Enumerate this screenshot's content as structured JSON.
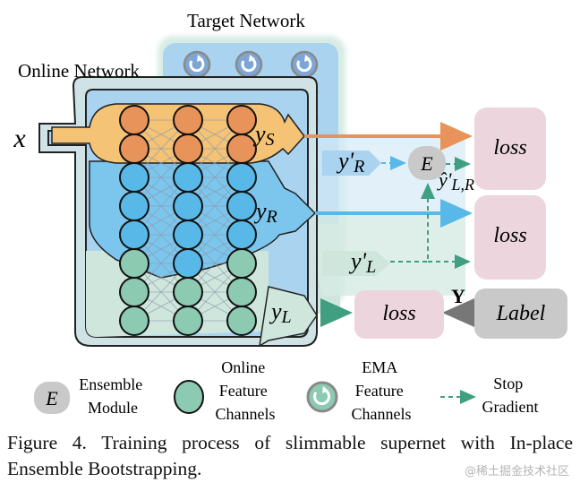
{
  "figure": {
    "labels": {
      "target_network": "Target Network",
      "online_network": "Online Network",
      "input": "x",
      "y_s": "y",
      "y_s_sub": "S",
      "y_r": "y",
      "y_r_sub": "R",
      "y_l": "y",
      "y_l_sub": "L",
      "y_prime_r": "y'",
      "y_prime_r_sub": "R",
      "y_prime_l": "y'",
      "y_prime_l_sub": "L",
      "ensemble": "E",
      "y_hat": "ŷ'",
      "y_hat_sub": "L,R",
      "loss_1": "loss",
      "loss_2": "loss",
      "loss_3": "loss",
      "label_box": "Label",
      "label_arrow": "Y"
    },
    "legend": [
      {
        "icon": "ensemble-module-icon",
        "lines": [
          "Ensemble",
          "Module"
        ]
      },
      {
        "icon": "online-channel-icon",
        "lines": [
          "Online",
          "Feature",
          "Channels"
        ]
      },
      {
        "icon": "ema-channel-icon",
        "lines": [
          "EMA",
          "Feature",
          "Channels"
        ]
      },
      {
        "icon": "stop-gradient-icon",
        "lines": [
          "Stop",
          "Gradient"
        ]
      }
    ],
    "colors": {
      "orange": "#e8935a",
      "blue": "#58b9e8",
      "green": "#8ccab2",
      "loss_fill": "#ecd5dc",
      "label_fill": "#c9c9c9",
      "stop_gradient": "#3f9f80"
    }
  },
  "caption": {
    "line1": "Figure 4. Training process of slimmable supernet with In-place",
    "line2": "Ensemble Bootstrapping."
  },
  "watermark": "@稀土掘金技术社区"
}
